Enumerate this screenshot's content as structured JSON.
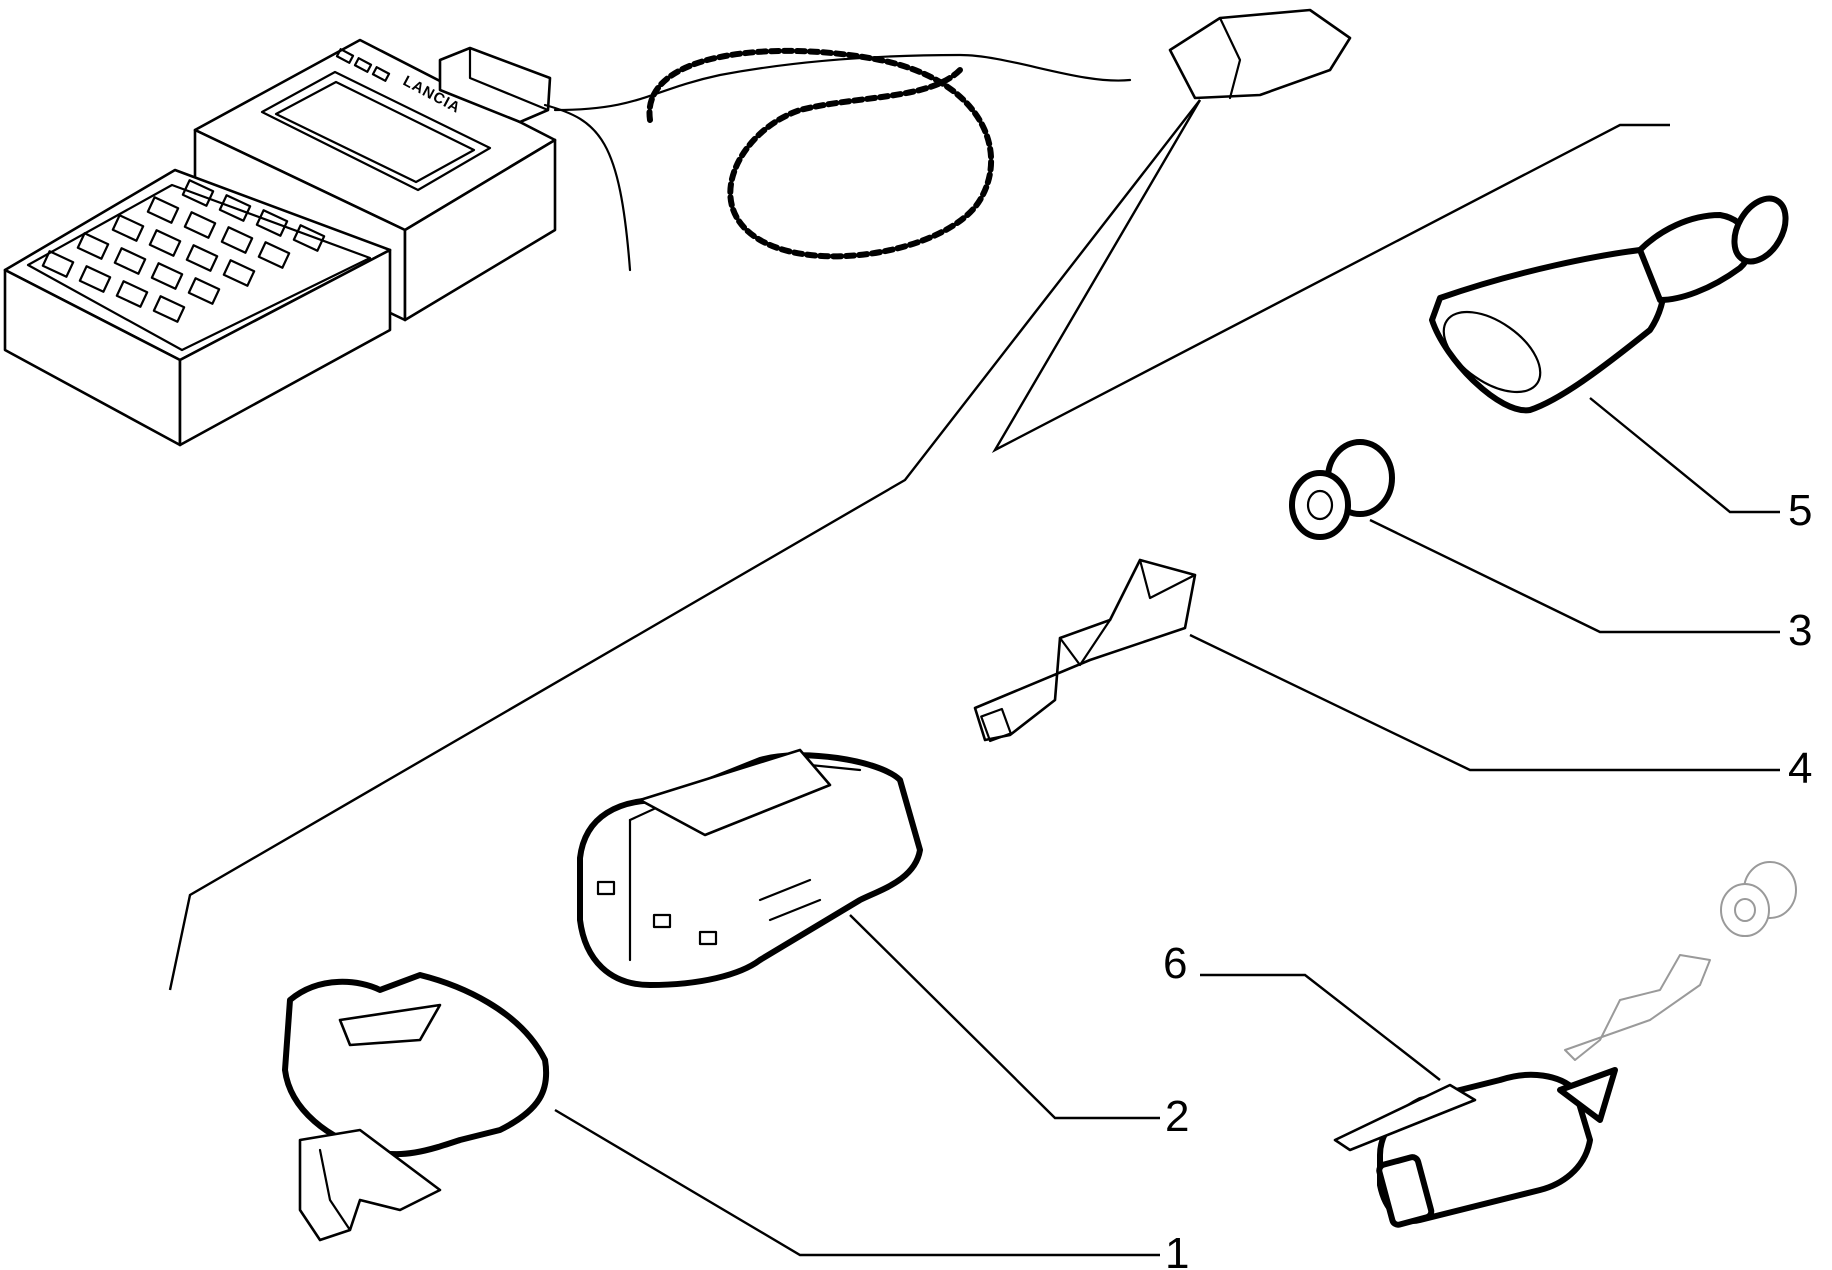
{
  "device": {
    "brand_label": "LANCIA"
  },
  "callouts": [
    {
      "id": "part-1",
      "label": "1"
    },
    {
      "id": "part-2",
      "label": "2"
    },
    {
      "id": "part-3",
      "label": "3"
    },
    {
      "id": "part-4",
      "label": "4"
    },
    {
      "id": "part-5",
      "label": "5"
    },
    {
      "id": "part-6",
      "label": "6"
    }
  ]
}
